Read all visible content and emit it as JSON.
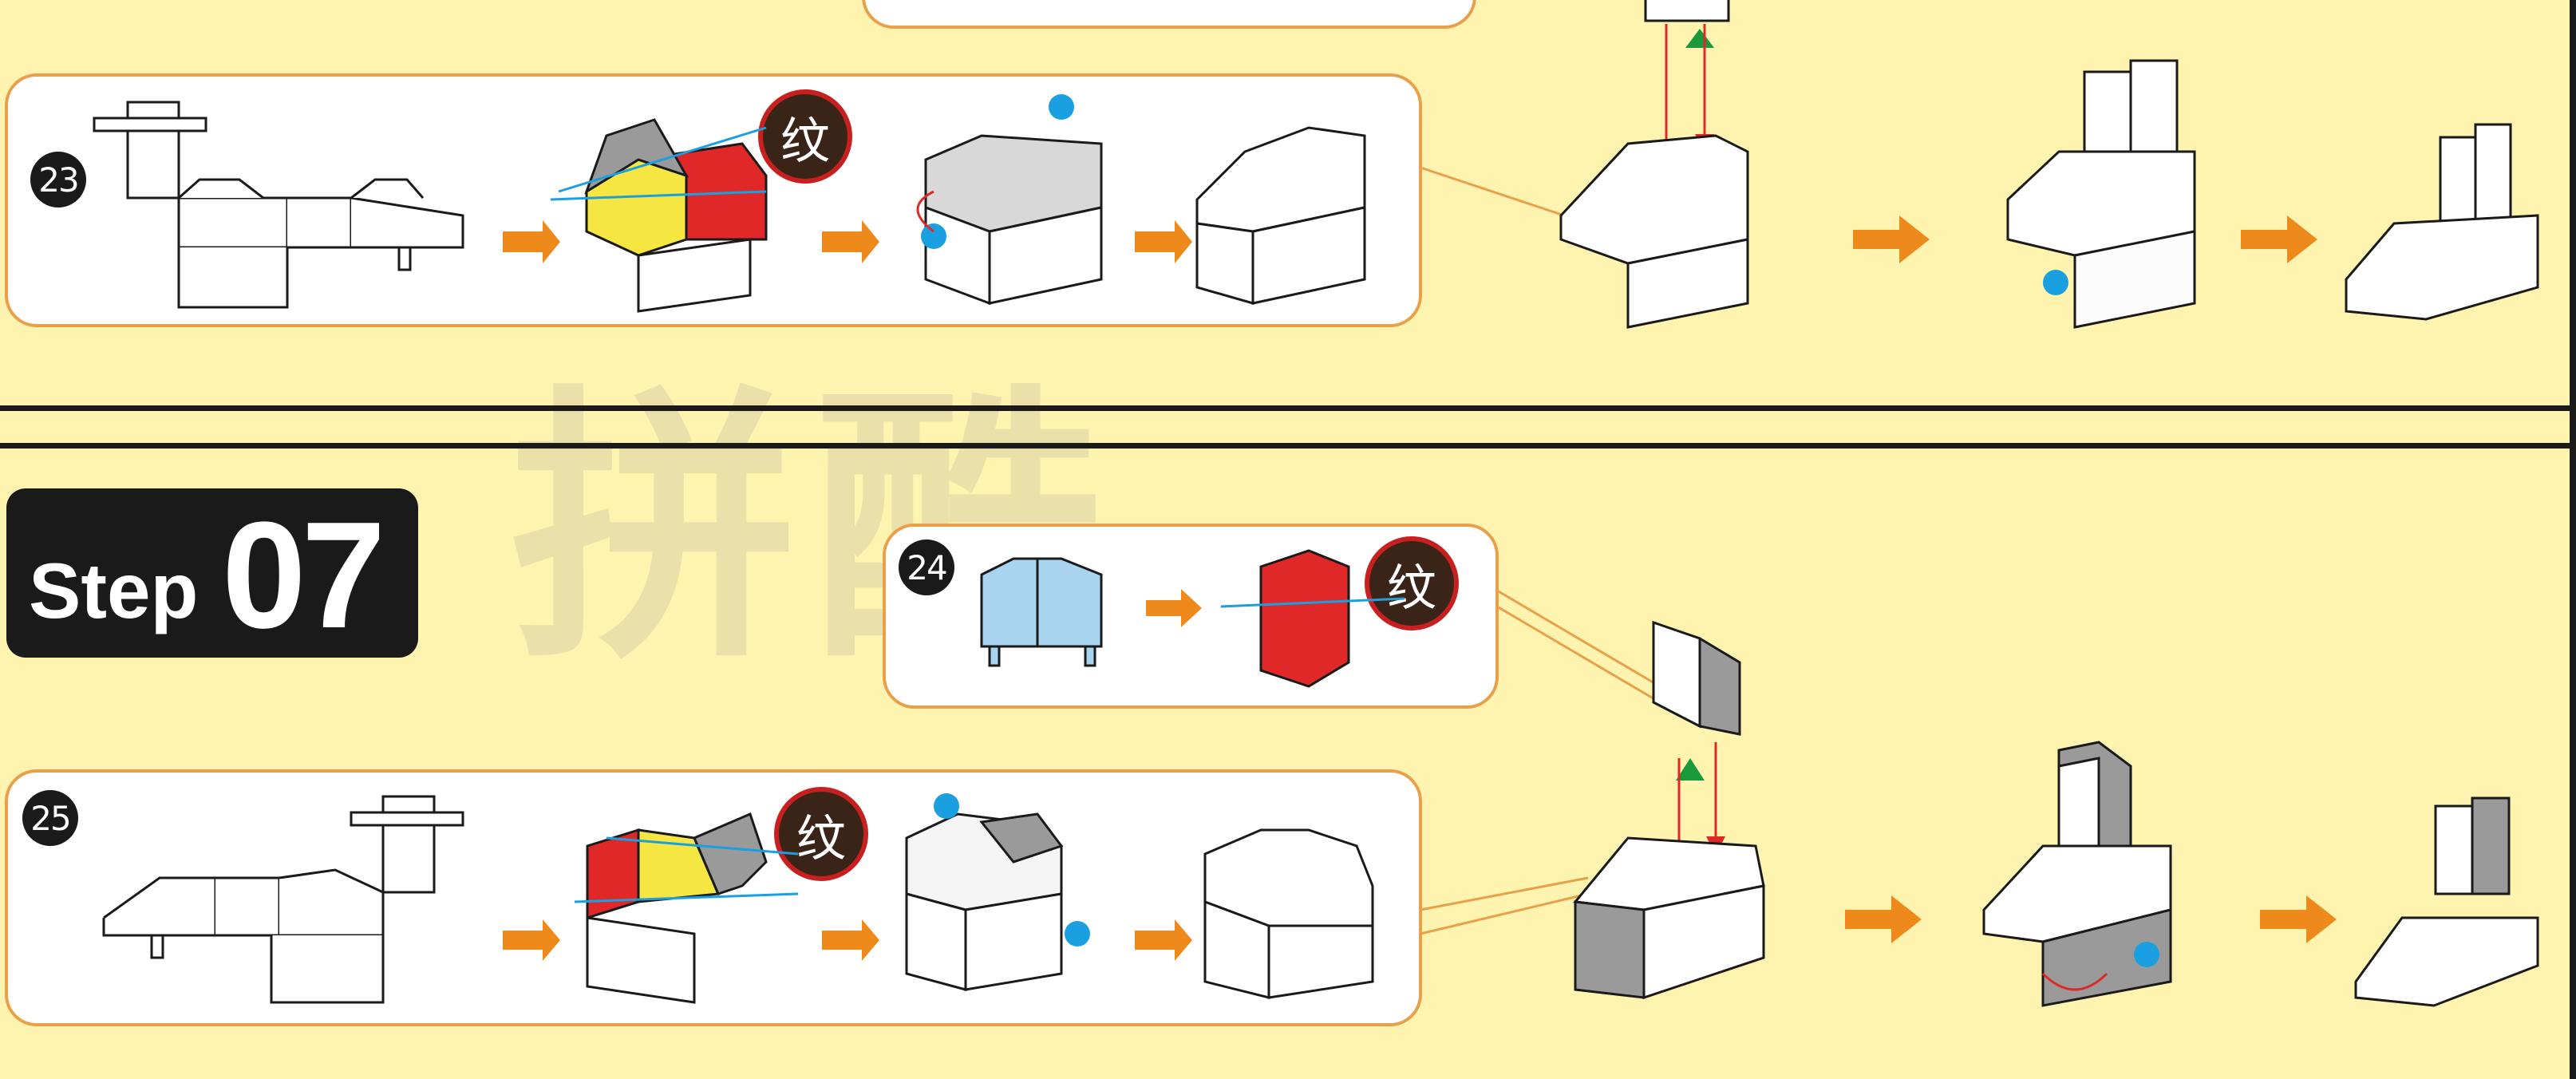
{
  "step": {
    "word": "Step",
    "number": "07"
  },
  "badges": {
    "b23": "23",
    "b24": "24",
    "b25": "25"
  },
  "texture_label": "纹",
  "watermark": "拼酷",
  "colors": {
    "background": "#fff3b0",
    "arrow": "#ee8a1c",
    "panel_border": "#e8a04a",
    "red": "#e02828",
    "yellow": "#f5e642",
    "blue_dot": "#1aa0e0",
    "green_arrow": "#1a9a3a",
    "light_blue": "#a8d4f0",
    "gray": "#9a9a9a"
  }
}
